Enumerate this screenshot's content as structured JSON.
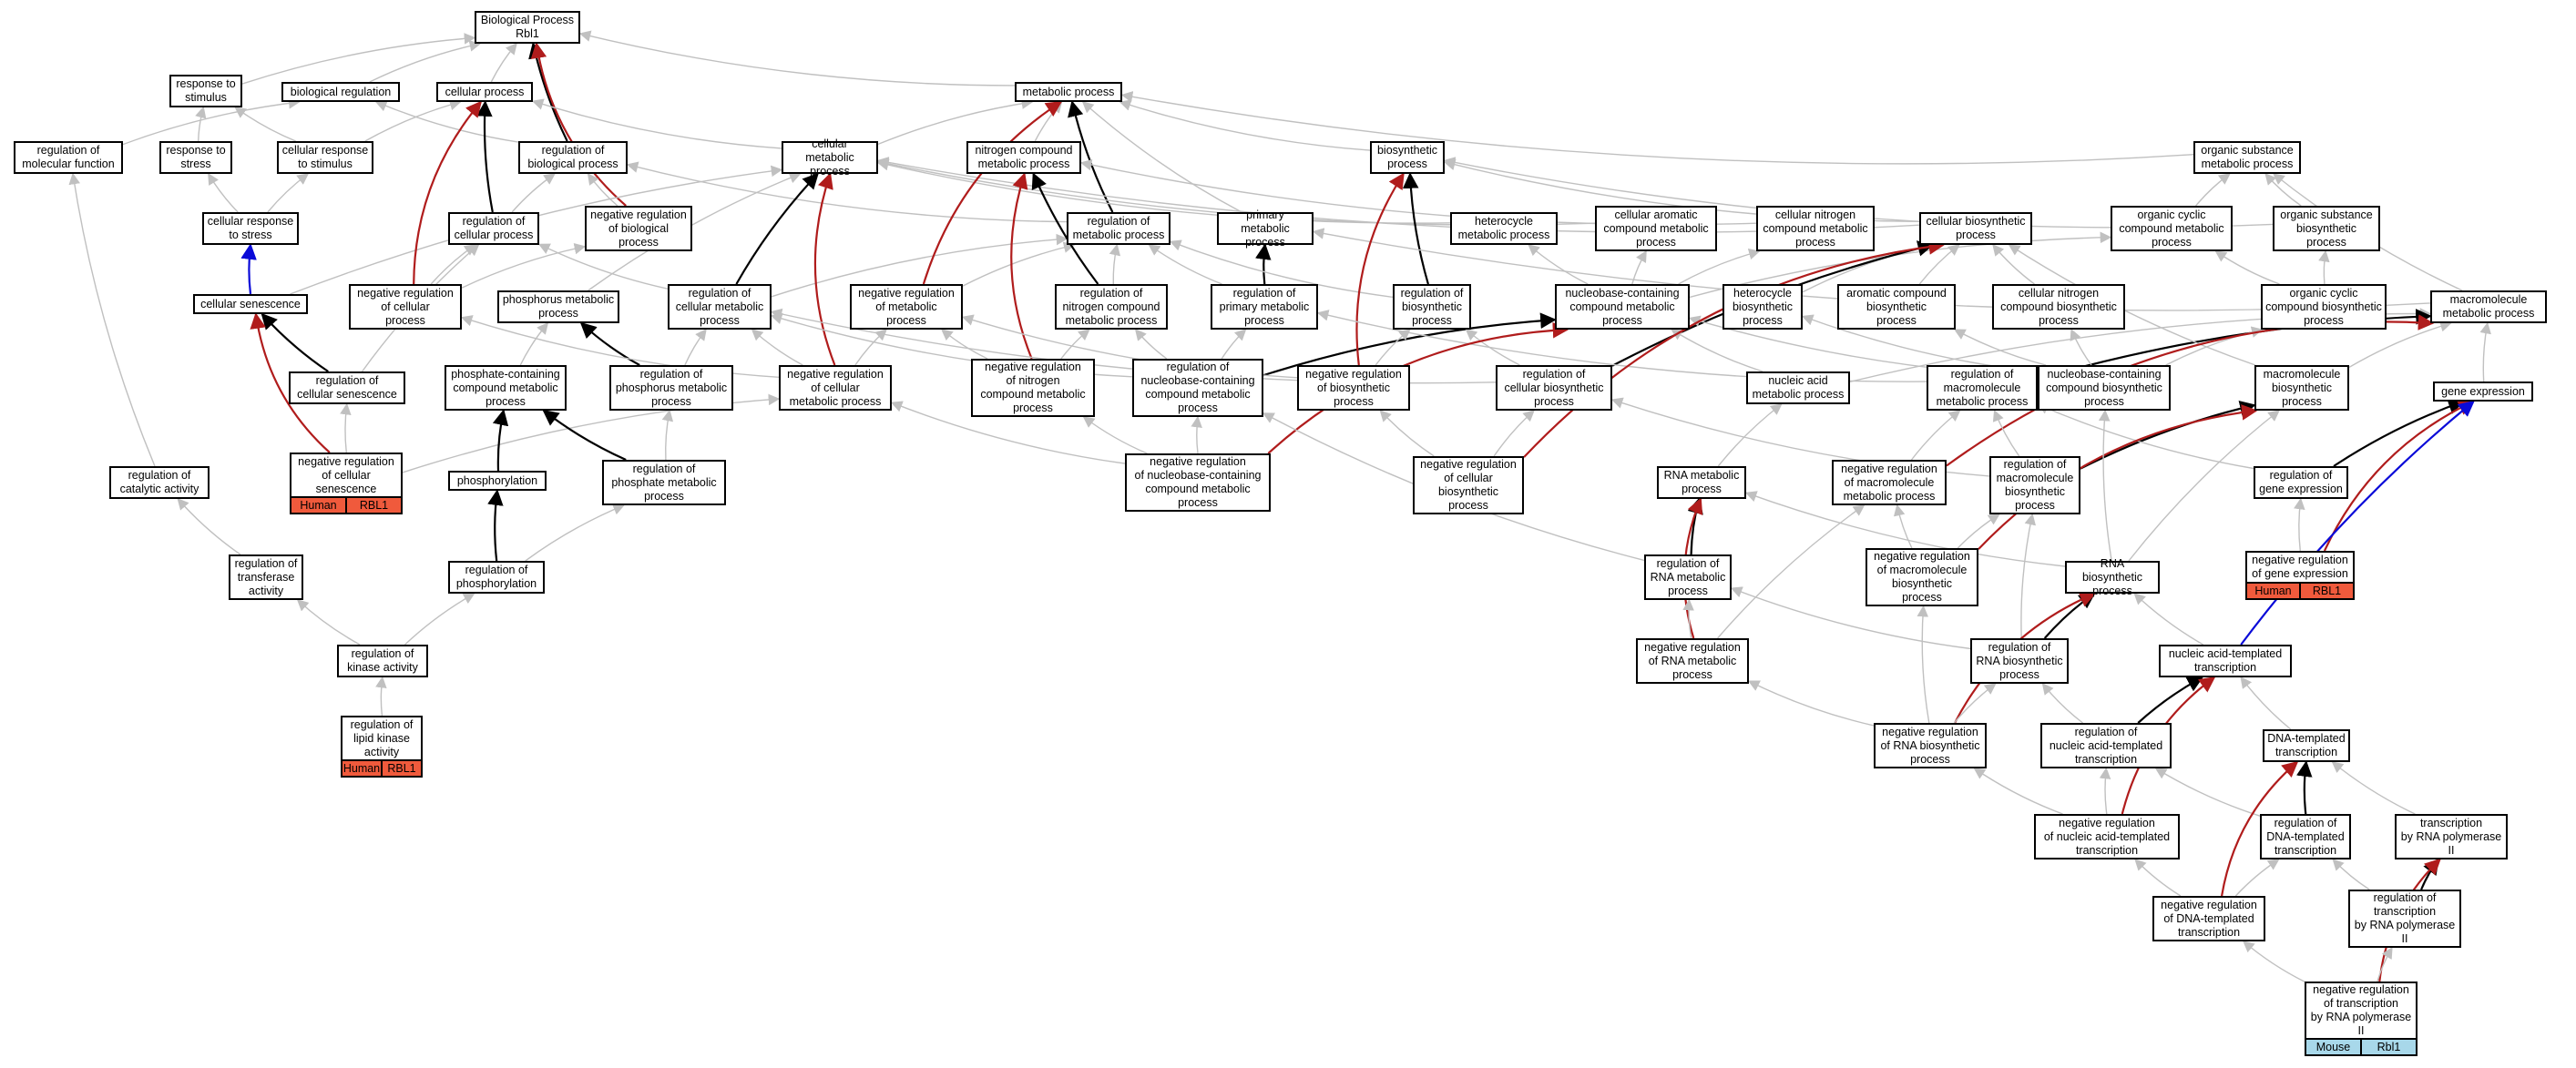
{
  "colors": {
    "gray": "#c0c0c0",
    "black": "#000000",
    "red": "#b01c1c",
    "blue": "#0a0ad8",
    "human": "#f05a3c",
    "mouse": "#a8d8ea"
  },
  "nodes": {
    "bp": "Biological Process\nRbl1",
    "resp_stim": "response to\nstimulus",
    "bio_reg": "biological regulation",
    "cell_proc": "cellular process",
    "met_proc": "metabolic process",
    "reg_mol_func": "regulation of\nmolecular function",
    "resp_stress": "response to\nstress",
    "cell_resp_stim": "cellular response\nto stimulus",
    "reg_bio_proc": "regulation of\nbiological process",
    "cell_met_proc": "cellular metabolic\nprocess",
    "nitro_met": "nitrogen compound\nmetabolic process",
    "biosyn_proc": "biosynthetic\nprocess",
    "org_sub_met": "organic substance\nmetabolic process",
    "cell_resp_stress": "cellular response\nto stress",
    "reg_cell_proc": "regulation of\ncellular process",
    "neg_reg_bio": "negative regulation\nof biological\nprocess",
    "reg_met_proc": "regulation of\nmetabolic process",
    "prim_met": "primary metabolic\nprocess",
    "hetero_met": "heterocycle\nmetabolic process",
    "cell_arom_met": "cellular aromatic\ncompound metabolic\nprocess",
    "cell_nitro_met": "cellular nitrogen\ncompound metabolic\nprocess",
    "cell_biosyn": "cellular biosynthetic\nprocess",
    "org_cyc_met": "organic cyclic\ncompound metabolic\nprocess",
    "org_sub_biosyn": "organic substance\nbiosynthetic\nprocess",
    "cell_senes": "cellular senescence",
    "neg_reg_cell_proc": "negative regulation\nof cellular\nprocess",
    "phos_met": "phosphorus metabolic\nprocess",
    "reg_cell_met": "regulation of\ncellular metabolic\nprocess",
    "neg_reg_met": "negative regulation\nof metabolic\nprocess",
    "reg_nitro_met": "regulation of\nnitrogen compound\nmetabolic process",
    "reg_prim_met": "regulation of\nprimary metabolic\nprocess",
    "reg_biosyn": "regulation of\nbiosynthetic\nprocess",
    "nucbase_met": "nucleobase-containing\ncompound metabolic\nprocess",
    "hetero_biosyn": "heterocycle\nbiosynthetic\nprocess",
    "arom_biosyn": "aromatic compound\nbiosynthetic\nprocess",
    "cell_nitro_biosyn": "cellular nitrogen\ncompound biosynthetic\nprocess",
    "org_cyc_biosyn": "organic cyclic\ncompound biosynthetic\nprocess",
    "macro_met": "macromolecule\nmetabolic process",
    "reg_cell_senes": "regulation of\ncellular senescence",
    "phosph_met": "phosphate-containing\ncompound metabolic\nprocess",
    "reg_phos_met": "regulation of\nphosphorus metabolic\nprocess",
    "neg_reg_cell_met": "negative regulation\nof cellular\nmetabolic process",
    "neg_reg_nitro": "negative regulation\nof nitrogen\ncompound metabolic\nprocess",
    "reg_nucbase_met": "regulation of\nnucleobase-containing\ncompound metabolic\nprocess",
    "neg_reg_biosyn": "negative regulation\nof biosynthetic\nprocess",
    "reg_cell_biosyn": "regulation of\ncellular biosynthetic\nprocess",
    "nucacid_met": "nucleic acid\nmetabolic process",
    "reg_macro_met": "regulation of\nmacromolecule\nmetabolic process",
    "nucbase_biosyn": "nucleobase-containing\ncompound biosynthetic\nprocess",
    "macro_biosyn": "macromolecule\nbiosynthetic\nprocess",
    "gene_expr": "gene expression",
    "reg_cat": "regulation of\ncatalytic activity",
    "neg_reg_senes": "negative regulation\nof cellular\nsenescence",
    "phosphorylation": "phosphorylation",
    "reg_phosph_met": "regulation of\nphosphate metabolic\nprocess",
    "neg_reg_nucbase": "negative regulation\nof nucleobase-containing\ncompound metabolic\nprocess",
    "neg_reg_cell_biosyn": "negative regulation\nof cellular\nbiosynthetic\nprocess",
    "rna_met": "RNA metabolic\nprocess",
    "neg_reg_macro_met": "negative regulation\nof macromolecule\nmetabolic process",
    "reg_macro_biosyn": "regulation of\nmacromolecule\nbiosynthetic\nprocess",
    "reg_gene_expr": "regulation of\ngene expression",
    "reg_trans_act": "regulation of\ntransferase\nactivity",
    "reg_phosph": "regulation of\nphosphorylation",
    "reg_rna_met": "regulation of\nRNA metabolic\nprocess",
    "neg_reg_macro_biosyn": "negative regulation\nof macromolecule\nbiosynthetic\nprocess",
    "rna_biosyn": "RNA biosynthetic\nprocess",
    "neg_reg_gene_expr": "negative regulation\nof gene expression",
    "reg_kinase": "regulation of\nkinase activity",
    "neg_reg_rna_met": "negative regulation\nof RNA metabolic\nprocess",
    "reg_rna_biosyn": "regulation of\nRNA biosynthetic\nprocess",
    "nuc_templ_trans": "nucleic acid-templated\ntranscription",
    "reg_lipid_kinase": "regulation of\nlipid kinase\nactivity",
    "neg_reg_rna_biosyn": "negative regulation\nof RNA biosynthetic\nprocess",
    "reg_nuc_templ": "regulation of\nnucleic acid-templated\ntranscription",
    "dna_templ_trans": "DNA-templated\ntranscription",
    "neg_reg_nuc_templ": "negative regulation\nof nucleic acid-templated\ntranscription",
    "reg_dna_templ": "regulation of\nDNA-templated\ntranscription",
    "trans_pol2": "transcription\nby RNA polymerase\nII",
    "neg_reg_dna_templ": "negative regulation\nof DNA-templated\ntranscription",
    "reg_trans_pol2": "regulation of\ntranscription\nby RNA polymerase\nII",
    "neg_reg_trans_pol2": "negative regulation\nof transcription\nby RNA polymerase\nII"
  },
  "annotations": [
    {
      "node": "neg_reg_senes",
      "species": "Human",
      "gene": "RBL1",
      "color": "human"
    },
    {
      "node": "reg_lipid_kinase",
      "species": "Human",
      "gene": "RBL1",
      "color": "human"
    },
    {
      "node": "neg_reg_gene_expr",
      "species": "Human",
      "gene": "RBL1",
      "color": "human"
    },
    {
      "node": "neg_reg_trans_pol2",
      "species": "Mouse",
      "gene": "Rbl1",
      "color": "mouse"
    }
  ],
  "edges": [
    [
      "resp_stim",
      "bp",
      "gray"
    ],
    [
      "bio_reg",
      "bp",
      "gray"
    ],
    [
      "cell_proc",
      "bp",
      "gray"
    ],
    [
      "met_proc",
      "bp",
      "gray"
    ],
    [
      "reg_bio_proc",
      "bp",
      "black"
    ],
    [
      "neg_reg_bio",
      "bp",
      "red"
    ],
    [
      "reg_mol_func",
      "bio_reg",
      "gray"
    ],
    [
      "resp_stress",
      "resp_stim",
      "gray"
    ],
    [
      "cell_resp_stim",
      "resp_stim",
      "gray"
    ],
    [
      "cell_resp_stim",
      "cell_proc",
      "gray"
    ],
    [
      "reg_bio_proc",
      "bio_reg",
      "gray"
    ],
    [
      "cell_met_proc",
      "cell_proc",
      "gray"
    ],
    [
      "cell_met_proc",
      "met_proc",
      "gray"
    ],
    [
      "nitro_met",
      "met_proc",
      "gray"
    ],
    [
      "biosyn_proc",
      "met_proc",
      "gray"
    ],
    [
      "org_sub_met",
      "met_proc",
      "gray"
    ],
    [
      "cell_resp_stress",
      "resp_stress",
      "gray"
    ],
    [
      "cell_resp_stress",
      "cell_resp_stim",
      "gray"
    ],
    [
      "reg_cell_proc",
      "cell_proc",
      "black"
    ],
    [
      "reg_cell_proc",
      "reg_bio_proc",
      "gray"
    ],
    [
      "neg_reg_bio",
      "reg_bio_proc",
      "gray"
    ],
    [
      "reg_met_proc",
      "met_proc",
      "black"
    ],
    [
      "reg_met_proc",
      "reg_bio_proc",
      "gray"
    ],
    [
      "prim_met",
      "met_proc",
      "gray"
    ],
    [
      "hetero_met",
      "cell_met_proc",
      "gray"
    ],
    [
      "cell_arom_met",
      "cell_met_proc",
      "gray"
    ],
    [
      "cell_nitro_met",
      "nitro_met",
      "gray"
    ],
    [
      "cell_biosyn",
      "biosyn_proc",
      "gray"
    ],
    [
      "cell_biosyn",
      "cell_met_proc",
      "gray"
    ],
    [
      "org_cyc_met",
      "org_sub_met",
      "gray"
    ],
    [
      "org_sub_biosyn",
      "org_sub_met",
      "gray"
    ],
    [
      "org_sub_biosyn",
      "biosyn_proc",
      "gray"
    ],
    [
      "cell_senes",
      "cell_resp_stress",
      "blue"
    ],
    [
      "cell_senes",
      "cell_met_proc",
      "gray"
    ],
    [
      "neg_reg_cell_proc",
      "reg_cell_proc",
      "gray"
    ],
    [
      "neg_reg_cell_proc",
      "cell_proc",
      "red"
    ],
    [
      "neg_reg_cell_proc",
      "neg_reg_bio",
      "gray"
    ],
    [
      "phos_met",
      "cell_met_proc",
      "gray"
    ],
    [
      "reg_cell_met",
      "cell_met_proc",
      "black"
    ],
    [
      "reg_cell_met",
      "reg_cell_proc",
      "gray"
    ],
    [
      "reg_cell_met",
      "reg_met_proc",
      "gray"
    ],
    [
      "neg_reg_met",
      "met_proc",
      "red"
    ],
    [
      "neg_reg_met",
      "reg_met_proc",
      "gray"
    ],
    [
      "reg_nitro_met",
      "nitro_met",
      "black"
    ],
    [
      "reg_nitro_met",
      "reg_met_proc",
      "gray"
    ],
    [
      "reg_prim_met",
      "prim_met",
      "black"
    ],
    [
      "reg_prim_met",
      "reg_met_proc",
      "gray"
    ],
    [
      "reg_biosyn",
      "biosyn_proc",
      "black"
    ],
    [
      "reg_biosyn",
      "reg_met_proc",
      "gray"
    ],
    [
      "nucbase_met",
      "hetero_met",
      "gray"
    ],
    [
      "nucbase_met",
      "cell_arom_met",
      "gray"
    ],
    [
      "nucbase_met",
      "cell_nitro_met",
      "gray"
    ],
    [
      "nucbase_met",
      "org_cyc_met",
      "gray"
    ],
    [
      "hetero_biosyn",
      "cell_biosyn",
      "gray"
    ],
    [
      "arom_biosyn",
      "cell_biosyn",
      "gray"
    ],
    [
      "cell_nitro_biosyn",
      "cell_biosyn",
      "gray"
    ],
    [
      "org_cyc_biosyn",
      "org_sub_biosyn",
      "gray"
    ],
    [
      "org_cyc_biosyn",
      "org_cyc_met",
      "gray"
    ],
    [
      "macro_met",
      "org_sub_met",
      "gray"
    ],
    [
      "macro_met",
      "prim_met",
      "gray"
    ],
    [
      "reg_cell_senes",
      "cell_senes",
      "black"
    ],
    [
      "reg_cell_senes",
      "reg_cell_proc",
      "gray"
    ],
    [
      "phosph_met",
      "phos_met",
      "gray"
    ],
    [
      "reg_phos_met",
      "phos_met",
      "black"
    ],
    [
      "reg_phos_met",
      "reg_cell_met",
      "gray"
    ],
    [
      "neg_reg_cell_met",
      "cell_met_proc",
      "red"
    ],
    [
      "neg_reg_cell_met",
      "reg_cell_met",
      "gray"
    ],
    [
      "neg_reg_cell_met",
      "neg_reg_met",
      "gray"
    ],
    [
      "neg_reg_cell_met",
      "neg_reg_cell_proc",
      "gray"
    ],
    [
      "neg_reg_nitro",
      "nitro_met",
      "red"
    ],
    [
      "neg_reg_nitro",
      "reg_nitro_met",
      "gray"
    ],
    [
      "neg_reg_nitro",
      "neg_reg_met",
      "gray"
    ],
    [
      "reg_nucbase_met",
      "nucbase_met",
      "black"
    ],
    [
      "reg_nucbase_met",
      "reg_cell_met",
      "gray"
    ],
    [
      "reg_nucbase_met",
      "reg_prim_met",
      "gray"
    ],
    [
      "reg_nucbase_met",
      "reg_nitro_met",
      "gray"
    ],
    [
      "neg_reg_biosyn",
      "biosyn_proc",
      "red"
    ],
    [
      "neg_reg_biosyn",
      "reg_biosyn",
      "gray"
    ],
    [
      "neg_reg_biosyn",
      "neg_reg_met",
      "gray"
    ],
    [
      "reg_cell_biosyn",
      "cell_biosyn",
      "black"
    ],
    [
      "reg_cell_biosyn",
      "reg_biosyn",
      "gray"
    ],
    [
      "reg_cell_biosyn",
      "reg_cell_met",
      "gray"
    ],
    [
      "nucacid_met",
      "nucbase_met",
      "gray"
    ],
    [
      "nucacid_met",
      "macro_met",
      "gray"
    ],
    [
      "reg_macro_met",
      "macro_met",
      "black"
    ],
    [
      "reg_macro_met",
      "reg_prim_met",
      "gray"
    ],
    [
      "nucbase_biosyn",
      "nucbase_met",
      "gray"
    ],
    [
      "nucbase_biosyn",
      "hetero_biosyn",
      "gray"
    ],
    [
      "nucbase_biosyn",
      "arom_biosyn",
      "gray"
    ],
    [
      "nucbase_biosyn",
      "cell_nitro_biosyn",
      "gray"
    ],
    [
      "nucbase_biosyn",
      "org_cyc_biosyn",
      "gray"
    ],
    [
      "macro_biosyn",
      "macro_met",
      "gray"
    ],
    [
      "macro_biosyn",
      "cell_biosyn",
      "gray"
    ],
    [
      "gene_expr",
      "macro_met",
      "gray"
    ],
    [
      "reg_cat",
      "reg_mol_func",
      "gray"
    ],
    [
      "neg_reg_senes",
      "reg_cell_senes",
      "gray"
    ],
    [
      "neg_reg_senes",
      "cell_senes",
      "red"
    ],
    [
      "neg_reg_senes",
      "neg_reg_cell_met",
      "gray"
    ],
    [
      "phosphorylation",
      "phosph_met",
      "black"
    ],
    [
      "reg_phosph_met",
      "phosph_met",
      "black"
    ],
    [
      "reg_phosph_met",
      "reg_phos_met",
      "gray"
    ],
    [
      "neg_reg_nucbase",
      "nucbase_met",
      "red"
    ],
    [
      "neg_reg_nucbase",
      "reg_nucbase_met",
      "gray"
    ],
    [
      "neg_reg_nucbase",
      "neg_reg_cell_met",
      "gray"
    ],
    [
      "neg_reg_nucbase",
      "neg_reg_nitro",
      "gray"
    ],
    [
      "neg_reg_cell_biosyn",
      "cell_biosyn",
      "red"
    ],
    [
      "neg_reg_cell_biosyn",
      "reg_cell_biosyn",
      "gray"
    ],
    [
      "neg_reg_cell_biosyn",
      "neg_reg_biosyn",
      "gray"
    ],
    [
      "rna_met",
      "nucacid_met",
      "gray"
    ],
    [
      "neg_reg_macro_met",
      "macro_met",
      "red"
    ],
    [
      "neg_reg_macro_met",
      "reg_macro_met",
      "gray"
    ],
    [
      "reg_macro_biosyn",
      "macro_biosyn",
      "black"
    ],
    [
      "reg_macro_biosyn",
      "reg_macro_met",
      "gray"
    ],
    [
      "reg_macro_biosyn",
      "reg_cell_biosyn",
      "gray"
    ],
    [
      "reg_gene_expr",
      "gene_expr",
      "black"
    ],
    [
      "reg_gene_expr",
      "reg_macro_met",
      "gray"
    ],
    [
      "reg_trans_act",
      "reg_cat",
      "gray"
    ],
    [
      "reg_phosph",
      "phosphorylation",
      "black"
    ],
    [
      "reg_phosph",
      "reg_phosph_met",
      "gray"
    ],
    [
      "reg_rna_met",
      "rna_met",
      "black"
    ],
    [
      "reg_rna_met",
      "reg_nucbase_met",
      "gray"
    ],
    [
      "neg_reg_macro_biosyn",
      "macro_biosyn",
      "red"
    ],
    [
      "neg_reg_macro_biosyn",
      "reg_macro_biosyn",
      "gray"
    ],
    [
      "neg_reg_macro_biosyn",
      "neg_reg_macro_met",
      "gray"
    ],
    [
      "rna_biosyn",
      "rna_met",
      "gray"
    ],
    [
      "rna_biosyn",
      "nucbase_biosyn",
      "gray"
    ],
    [
      "rna_biosyn",
      "macro_biosyn",
      "gray"
    ],
    [
      "neg_reg_gene_expr",
      "gene_expr",
      "red"
    ],
    [
      "neg_reg_gene_expr",
      "reg_gene_expr",
      "gray"
    ],
    [
      "reg_kinase",
      "reg_trans_act",
      "gray"
    ],
    [
      "reg_kinase",
      "reg_phosph",
      "gray"
    ],
    [
      "neg_reg_rna_met",
      "rna_met",
      "red"
    ],
    [
      "neg_reg_rna_met",
      "reg_rna_met",
      "gray"
    ],
    [
      "neg_reg_rna_met",
      "neg_reg_macro_met",
      "gray"
    ],
    [
      "reg_rna_biosyn",
      "rna_biosyn",
      "black"
    ],
    [
      "reg_rna_biosyn",
      "reg_rna_met",
      "gray"
    ],
    [
      "reg_rna_biosyn",
      "reg_macro_biosyn",
      "gray"
    ],
    [
      "nuc_templ_trans",
      "gene_expr",
      "blue"
    ],
    [
      "nuc_templ_trans",
      "rna_biosyn",
      "gray"
    ],
    [
      "reg_lipid_kinase",
      "reg_kinase",
      "gray"
    ],
    [
      "neg_reg_rna_biosyn",
      "rna_biosyn",
      "red"
    ],
    [
      "neg_reg_rna_biosyn",
      "reg_rna_biosyn",
      "gray"
    ],
    [
      "neg_reg_rna_biosyn",
      "neg_reg_rna_met",
      "gray"
    ],
    [
      "neg_reg_rna_biosyn",
      "neg_reg_macro_biosyn",
      "gray"
    ],
    [
      "reg_nuc_templ",
      "nuc_templ_trans",
      "black"
    ],
    [
      "reg_nuc_templ",
      "reg_rna_biosyn",
      "gray"
    ],
    [
      "dna_templ_trans",
      "nuc_templ_trans",
      "gray"
    ],
    [
      "neg_reg_nuc_templ",
      "nuc_templ_trans",
      "red"
    ],
    [
      "neg_reg_nuc_templ",
      "reg_nuc_templ",
      "gray"
    ],
    [
      "neg_reg_nuc_templ",
      "neg_reg_rna_biosyn",
      "gray"
    ],
    [
      "reg_dna_templ",
      "dna_templ_trans",
      "black"
    ],
    [
      "reg_dna_templ",
      "reg_nuc_templ",
      "gray"
    ],
    [
      "trans_pol2",
      "dna_templ_trans",
      "gray"
    ],
    [
      "neg_reg_dna_templ",
      "dna_templ_trans",
      "red"
    ],
    [
      "neg_reg_dna_templ",
      "reg_dna_templ",
      "gray"
    ],
    [
      "neg_reg_dna_templ",
      "neg_reg_nuc_templ",
      "gray"
    ],
    [
      "reg_trans_pol2",
      "trans_pol2",
      "black"
    ],
    [
      "reg_trans_pol2",
      "reg_dna_templ",
      "gray"
    ],
    [
      "neg_reg_trans_pol2",
      "trans_pol2",
      "red"
    ],
    [
      "neg_reg_trans_pol2",
      "reg_trans_pol2",
      "gray"
    ],
    [
      "neg_reg_trans_pol2",
      "neg_reg_dna_templ",
      "gray"
    ]
  ]
}
